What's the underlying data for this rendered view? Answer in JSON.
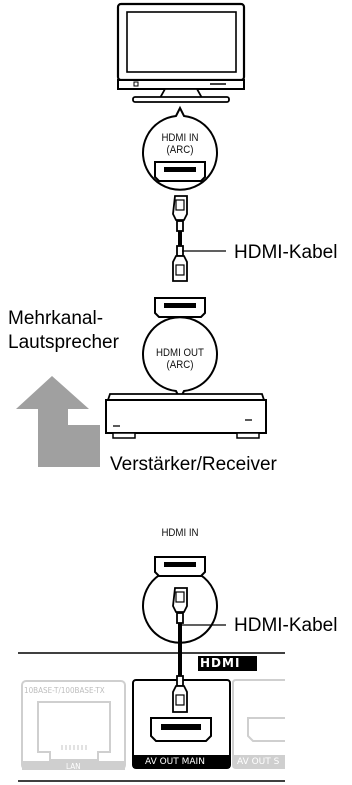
{
  "tv": {},
  "ports": {
    "tv_in": {
      "line1": "HDMI IN",
      "line2": "(ARC)"
    },
    "amp_out": {
      "line1": "HDMI OUT",
      "line2": "(ARC)"
    },
    "amp_in": {
      "line1": "HDMI IN"
    }
  },
  "labels": {
    "cable_top": "HDMI-Kabel",
    "cable_bottom": "HDMI-Kabel",
    "speakers_line1": "Mehrkanal-",
    "speakers_line2": "Lautsprecher",
    "receiver": "Verstärker/Receiver"
  },
  "player_panel": {
    "lan_text": "10BASE-T/100BASE-TX",
    "lan_label": "LAN",
    "hdmi_logo": "HDMI",
    "av_main": "AV OUT  MAIN",
    "av_sub": "AV OUT  S"
  }
}
